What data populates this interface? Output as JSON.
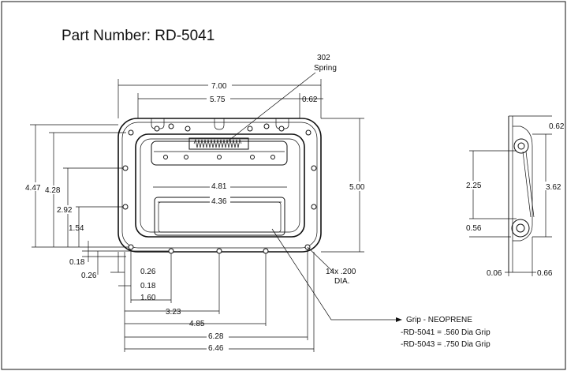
{
  "title": "Part Number: RD-5041",
  "spring": {
    "number": "302",
    "word": "Spring"
  },
  "front_view": {
    "dims": {
      "overall_width": "7.00",
      "hole_span": "5.75",
      "edge_offset": "0.62",
      "grip_outer": "4.81",
      "grip_inner": "4.36",
      "height": "5.00",
      "h_447": "4.47",
      "h_428": "4.28",
      "h_292": "2.92",
      "h_154": "1.54",
      "v_018_left": "0.18",
      "v_026_left": "0.26",
      "b_026": "0.26",
      "b_018": "0.18",
      "b_160": "1.60",
      "b_323": "3.23",
      "b_485": "4.85",
      "b_628": "6.28",
      "b_646": "6.46"
    },
    "holes": {
      "count": "14x .200",
      "dia": "DIA."
    }
  },
  "grip_note": {
    "line1": "Grip - NEOPRENE",
    "line2": "-RD-5041 = .560 Dia Grip",
    "line3": "-RD-5043 = .750 Dia Grip"
  },
  "side_view": {
    "dims": {
      "top": "0.62",
      "h225": "2.25",
      "h362": "3.62",
      "h056": "0.56",
      "b006": "0.06",
      "b066": "0.66"
    }
  }
}
